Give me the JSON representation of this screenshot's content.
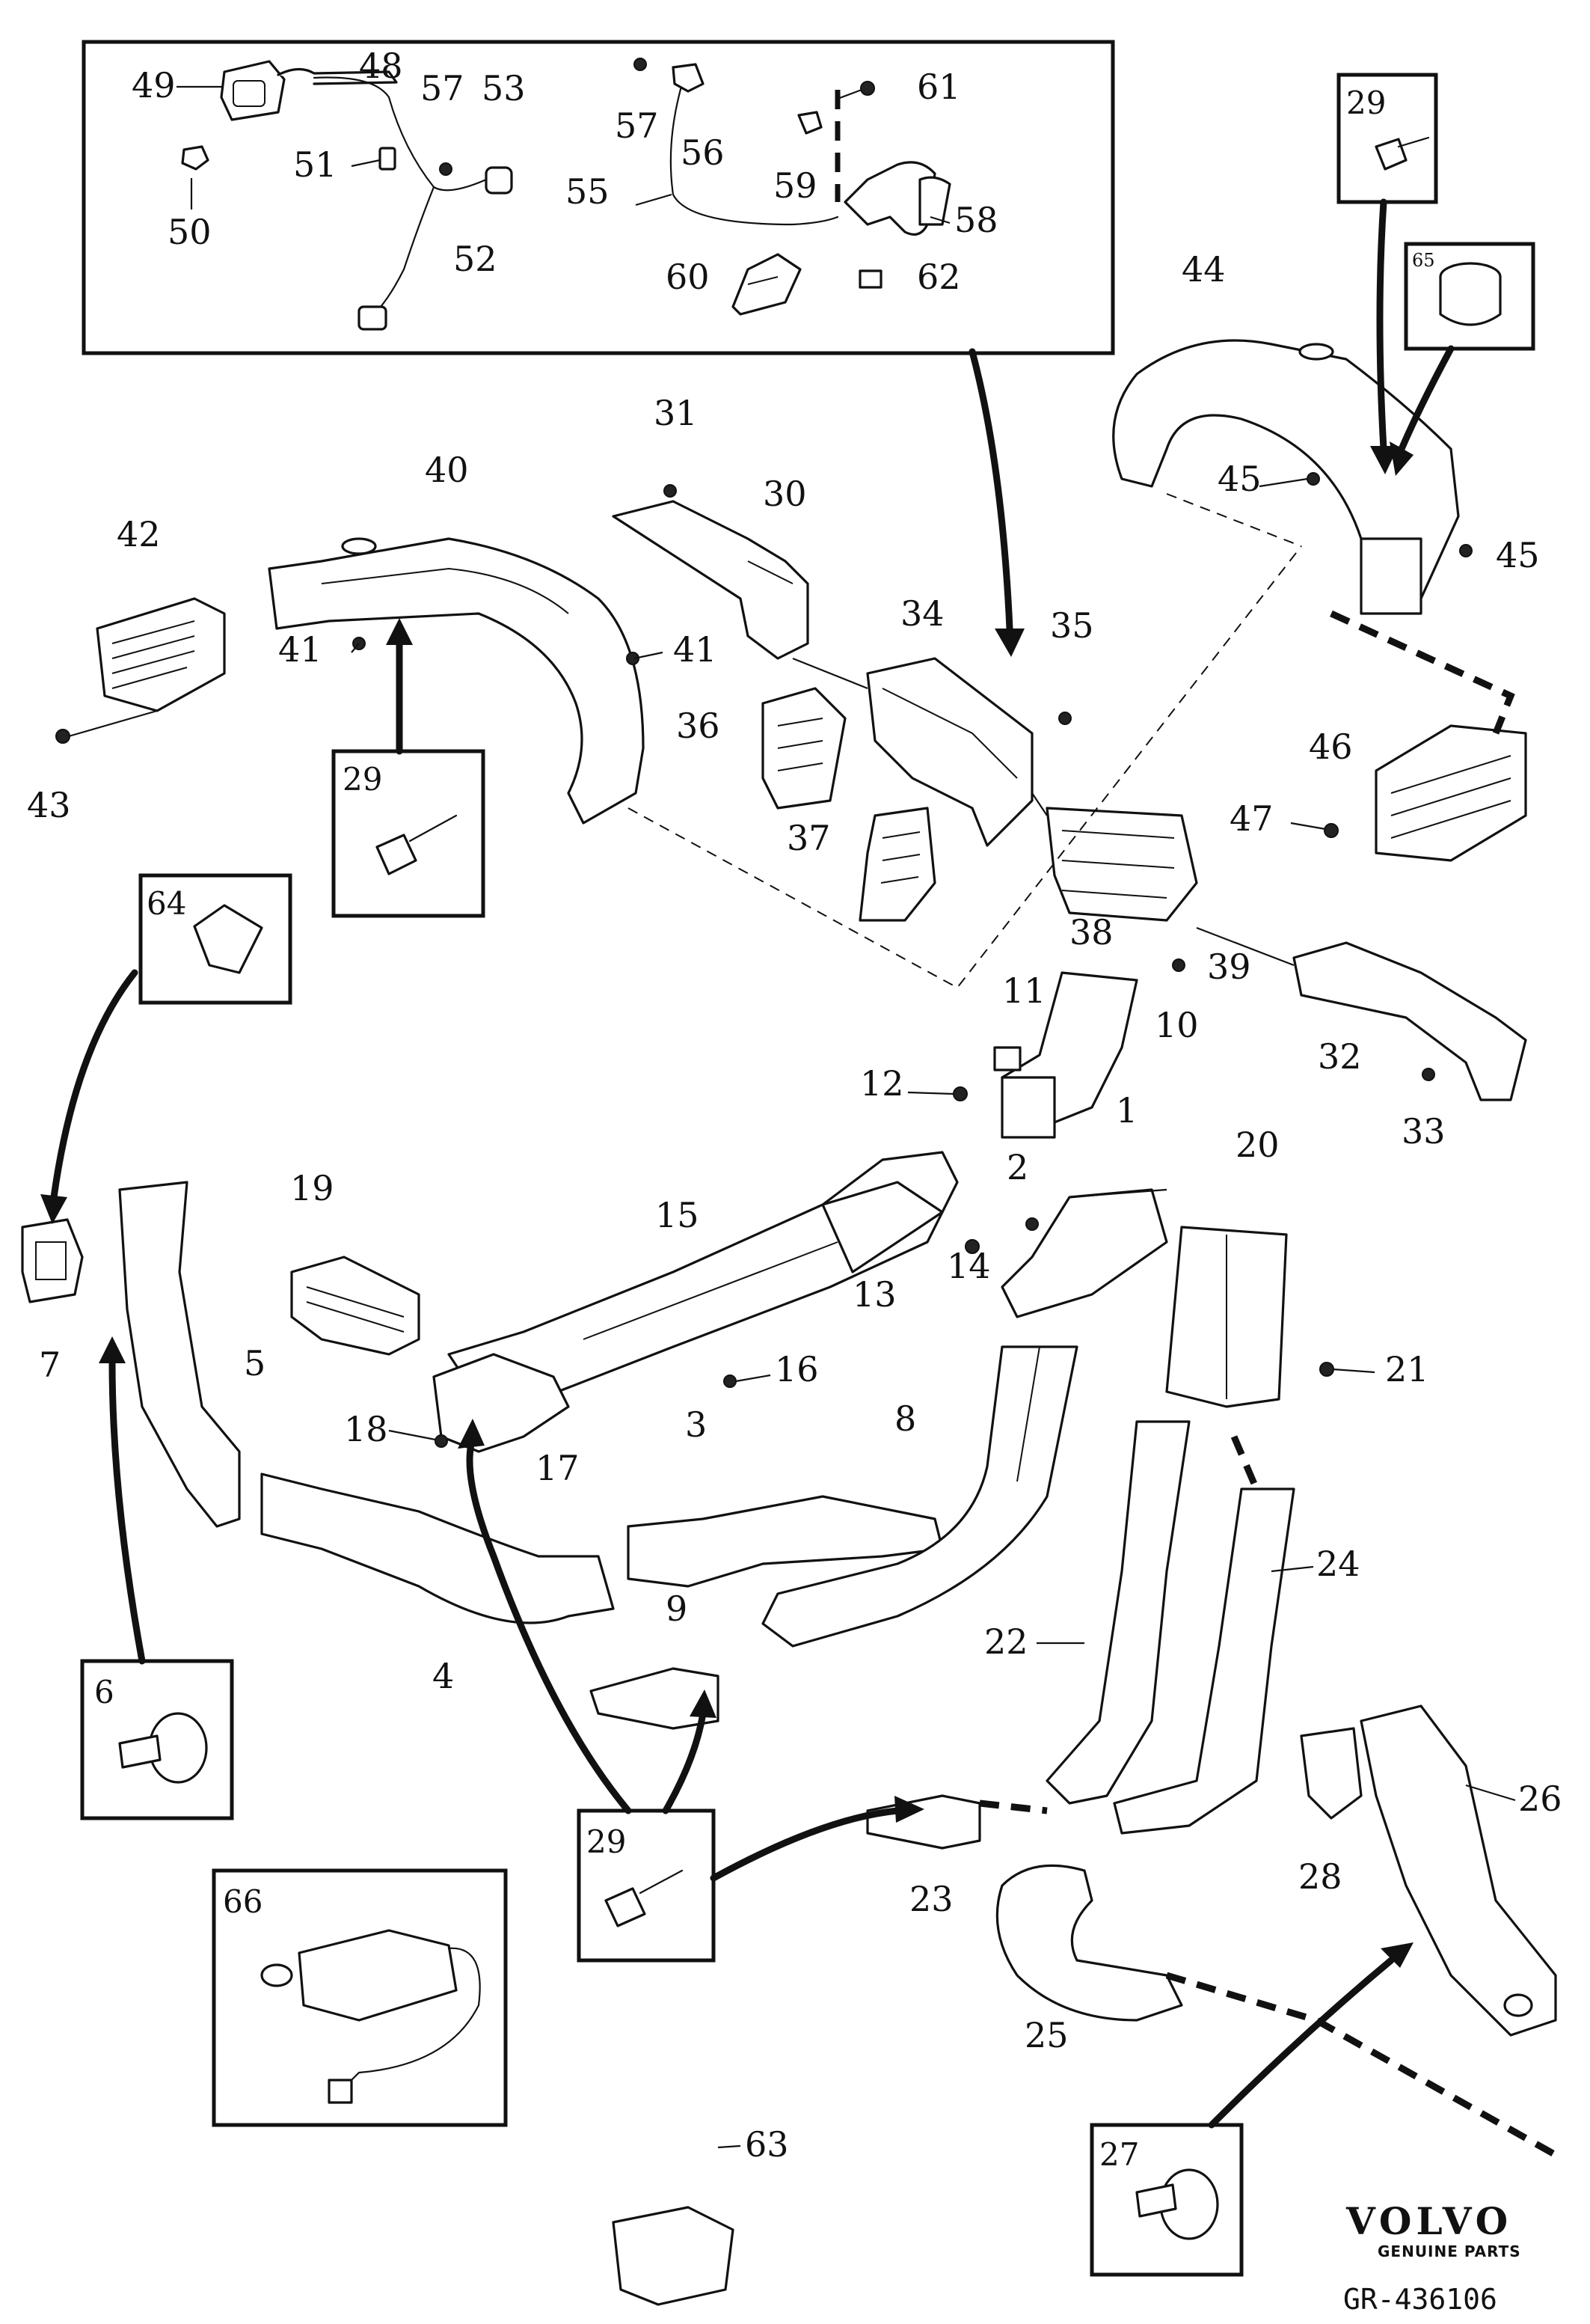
{
  "brand": {
    "name": "VOLVO",
    "tagline": "GENUINE PARTS"
  },
  "drawing_number": "GR-436106",
  "callouts": {
    "c1": "1",
    "c2": "2",
    "c3": "3",
    "c4": "4",
    "c5": "5",
    "c6": "6",
    "c7": "7",
    "c8": "8",
    "c9": "9",
    "c10": "10",
    "c11": "11",
    "c12": "12",
    "c13": "13",
    "c14": "14",
    "c15": "15",
    "c16": "16",
    "c17": "17",
    "c18": "18",
    "c19": "19",
    "c20": "20",
    "c21": "21",
    "c22": "22",
    "c23": "23",
    "c24": "24",
    "c25": "25",
    "c26": "26",
    "c27": "27",
    "c28": "28",
    "c29": "29",
    "c30": "30",
    "c31": "31",
    "c32": "32",
    "c33": "33",
    "c34": "34",
    "c35": "35",
    "c36": "36",
    "c37": "37",
    "c38": "38",
    "c39": "39",
    "c40": "40",
    "c41": "41",
    "c42": "42",
    "c43": "43",
    "c44": "44",
    "c45": "45",
    "c46": "46",
    "c47": "47",
    "c48": "48",
    "c49": "49",
    "c50": "50",
    "c51": "51",
    "c52": "52",
    "c53": "53",
    "c55": "55",
    "c56": "56",
    "c57": "57",
    "c58": "58",
    "c59": "59",
    "c60": "60",
    "c61": "61",
    "c62": "62",
    "c63": "63",
    "c64": "64",
    "c65": "65",
    "c66": "66"
  }
}
